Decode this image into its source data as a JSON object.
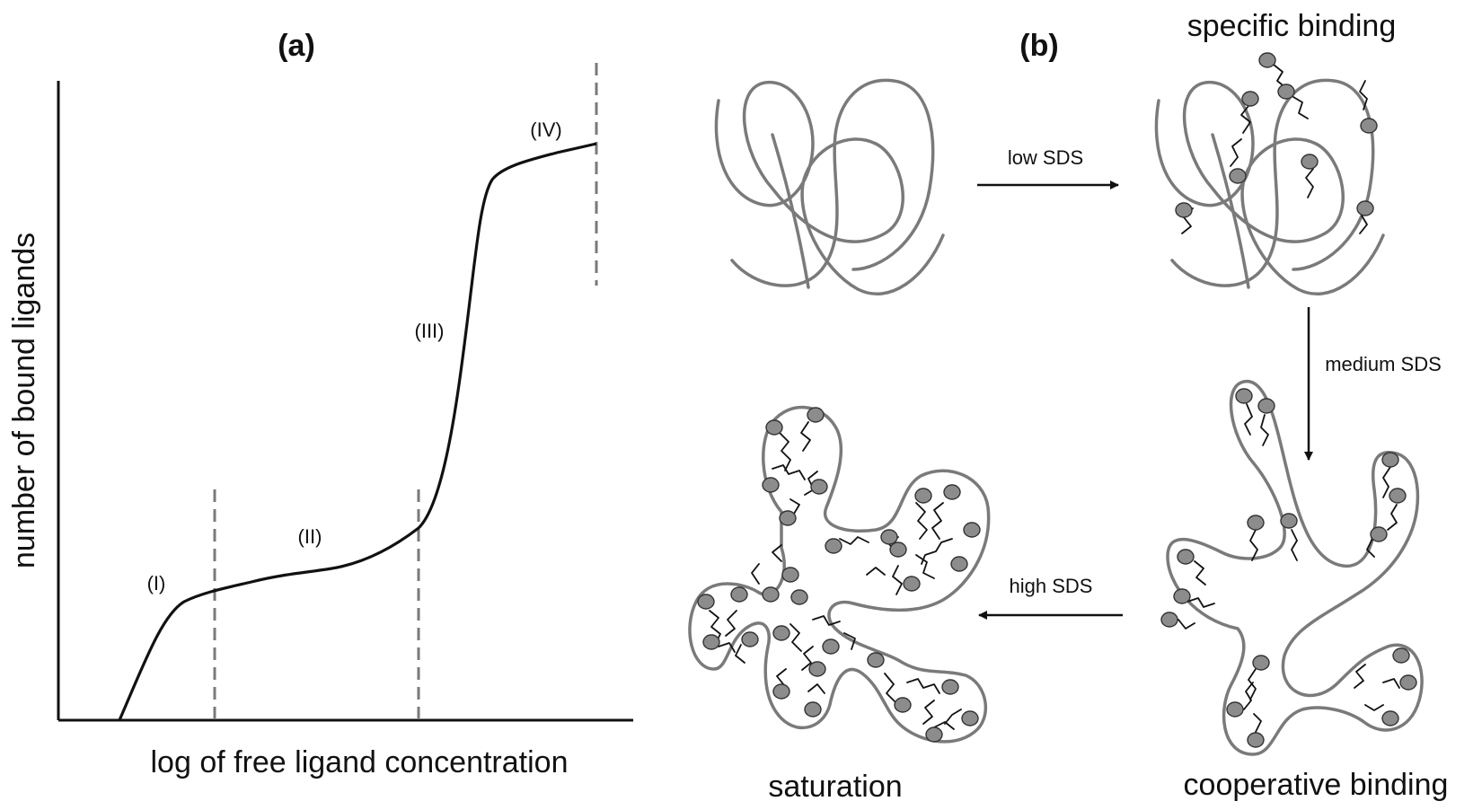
{
  "panel_a": {
    "label": "(a)",
    "y_axis_label": "number of bound ligands",
    "x_axis_label": "log of free ligand concentration",
    "regions": [
      "(I)",
      "(II)",
      "(III)",
      "(IV)"
    ]
  },
  "panel_b": {
    "label": "(b)",
    "stages": {
      "specific": "specific binding",
      "cooperative": "cooperative binding",
      "saturation": "saturation"
    },
    "arrows": {
      "low": "low SDS",
      "medium": "medium SDS",
      "high": "high SDS"
    }
  },
  "colors": {
    "chain": "#7a7a7a",
    "surfactant_head": "#8c8c8c",
    "curve": "#111111"
  }
}
